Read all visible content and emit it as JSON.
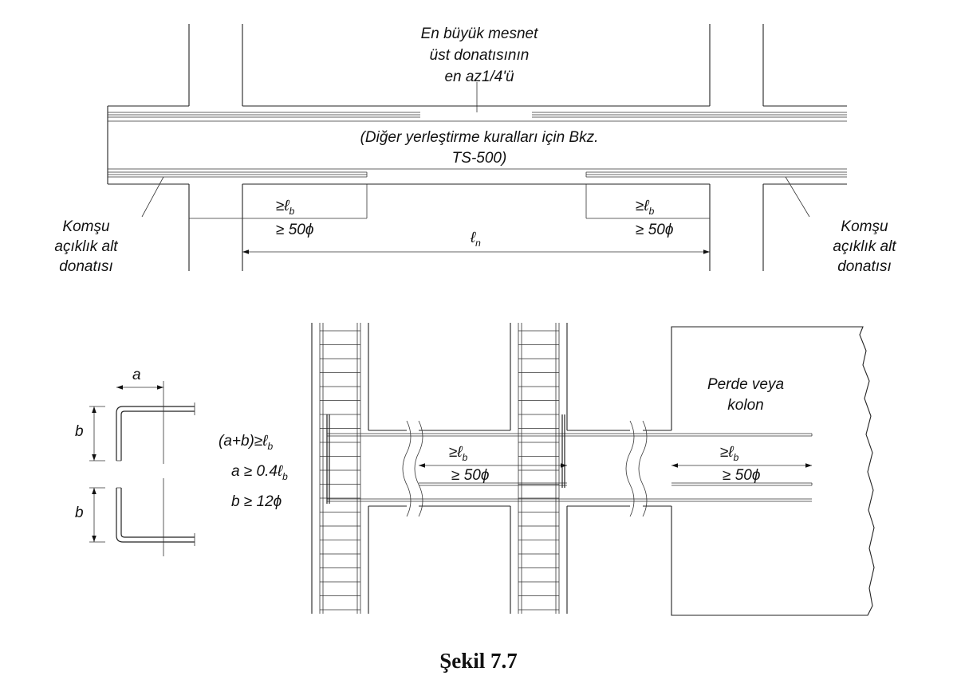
{
  "top": {
    "mesnet_note": [
      "En büyük mesnet",
      "üst donatısının",
      "en az1/4'ü"
    ],
    "rules_note": [
      "(Diğer yerleştirme kuralları için Bkz.",
      "TS-500)"
    ],
    "left_note": [
      "Komşu",
      "açıklık alt",
      "donatısı"
    ],
    "right_note": [
      "Komşu",
      "açıklık alt",
      "donatısı"
    ],
    "anchor_lb": "≥ℓ",
    "lb_sub": "b",
    "anchor_50phi": "≥ 50ϕ",
    "clear_span": "ℓ",
    "clear_span_sub": "n"
  },
  "bottom": {
    "dim_a": "a",
    "dim_b": "b",
    "rule_ab": "(a+b)≥ℓ",
    "rule_a": "a ≥ 0.4ℓ",
    "rule_b": "b ≥ 12ϕ",
    "lb_sub": "b",
    "wall_label": [
      "Perde veya",
      "kolon"
    ],
    "anchor_lb": "≥ℓ",
    "anchor_50phi": "≥ 50ϕ"
  },
  "caption": "Şekil 7.7"
}
